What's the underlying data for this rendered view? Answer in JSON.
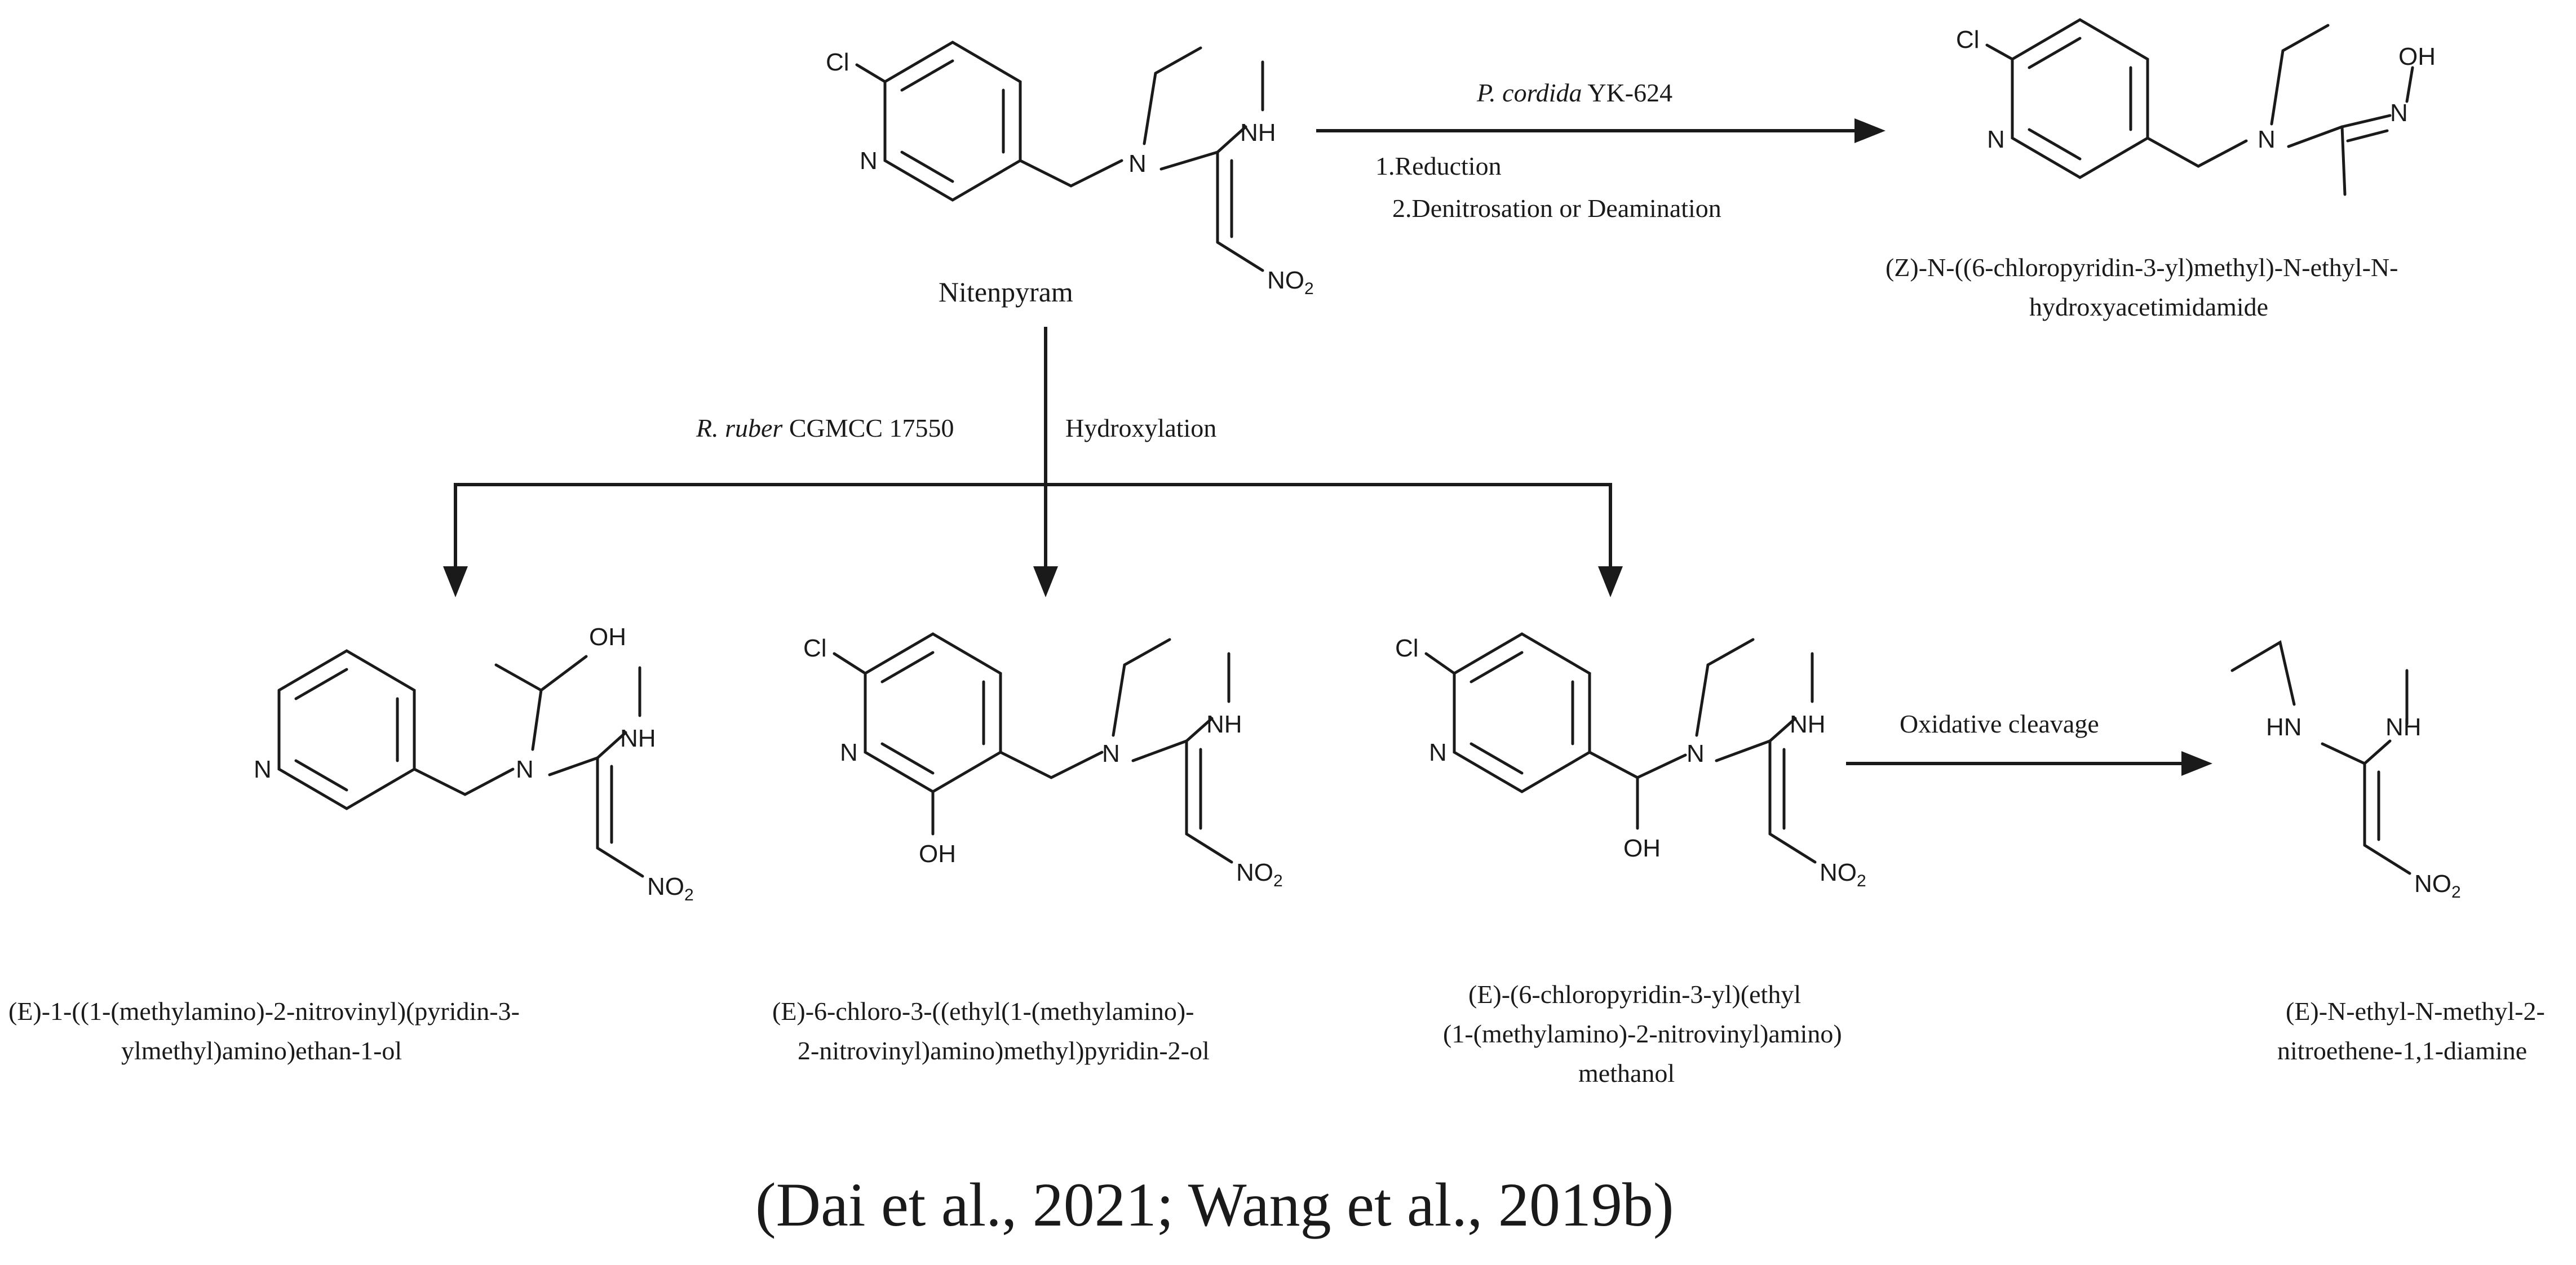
{
  "atoms": {
    "cl": "Cl",
    "n": "N",
    "nh": "NH",
    "hn": "HN",
    "oh": "OH",
    "no2_main": "NO",
    "no2_sub": "2"
  },
  "nitenpyram": {
    "name": "Nitenpyram"
  },
  "top_reaction": {
    "organism": "P. cordida",
    "strain": "YK-624",
    "step1": "1.Reduction",
    "step2": "2.Denitrosation or Deamination"
  },
  "product_top_right": {
    "name_line1": "(Z)-N-((6-chloropyridin-3-yl)methyl)-N-ethyl-N-",
    "name_line2": "hydroxyacetimidamide"
  },
  "hydroxylation": {
    "organism": "R. ruber",
    "strain": "CGMCC 17550",
    "reaction": "Hydroxylation"
  },
  "product_1": {
    "name_line1": "(E)-1-((1-(methylamino)-2-nitrovinyl)(pyridin-3-",
    "name_line2": "ylmethyl)amino)ethan-1-ol"
  },
  "product_2": {
    "name_line1": "(E)-6-chloro-3-((ethyl(1-(methylamino)-",
    "name_line2": "2-nitrovinyl)amino)methyl)pyridin-2-ol"
  },
  "product_3": {
    "name_line1": "(E)-(6-chloropyridin-3-yl)(ethyl",
    "name_line2": "(1-(methylamino)-2-nitrovinyl)amino)",
    "name_line3": "methanol"
  },
  "oxidative": {
    "label": "Oxidative cleavage"
  },
  "product_4": {
    "name_line1": "(E)-N-ethyl-N-methyl-2-",
    "name_line2": "nitroethene-1,1-diamine"
  },
  "citation": "(Dai et al., 2021; Wang et al., 2019b)"
}
